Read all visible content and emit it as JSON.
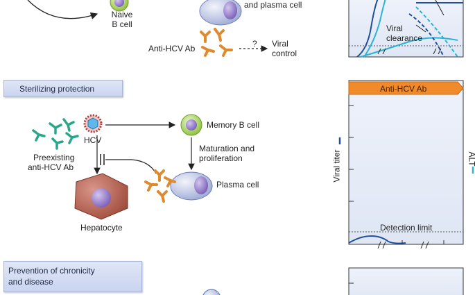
{
  "top_panel": {
    "naive_label_1": "Naive",
    "naive_label_2": "B cell",
    "plasma_label": "and plasma cell",
    "antibody_label": "Anti-HCV Ab",
    "question_mark": "?",
    "viral_control_1": "Viral",
    "viral_control_2": "control",
    "chart_clearance_1": "Viral",
    "chart_clearance_2": "clearance"
  },
  "sterilizing": {
    "section_title": "Sterilizing protection",
    "hcv_label": "HCV",
    "preexisting_1": "Preexisting",
    "preexisting_2": "anti-HCV Ab",
    "memory_label": "Memory B cell",
    "maturation_1": "Maturation and",
    "maturation_2": "proliferation",
    "plasma_label": "Plasma cell",
    "hepatocyte_label": "Hepatocyte"
  },
  "chart": {
    "banner_label": "Anti-HCV Ab",
    "ylabel_left": "Viral titer",
    "ylabel_right": "ALT",
    "detection_label": "Detection limit"
  },
  "chronicity": {
    "section_title_1": "Prevention of chronicity",
    "section_title_2": "and disease"
  },
  "colors": {
    "antibody": "#e08a2e",
    "preexisting_antibody": "#2aa78a",
    "viral_titer": "#1f4e9c",
    "alt": "#2ab3d6",
    "banner": "#f08a2a"
  },
  "chart_data": {
    "type": "line",
    "title": "",
    "xlabel": "",
    "ylabel": "Viral titer",
    "y2label": "ALT",
    "annotations": [
      "Anti-HCV Ab",
      "Detection limit"
    ],
    "series": [
      {
        "name": "Viral titer",
        "description": "small transient bump below detection limit"
      }
    ]
  }
}
